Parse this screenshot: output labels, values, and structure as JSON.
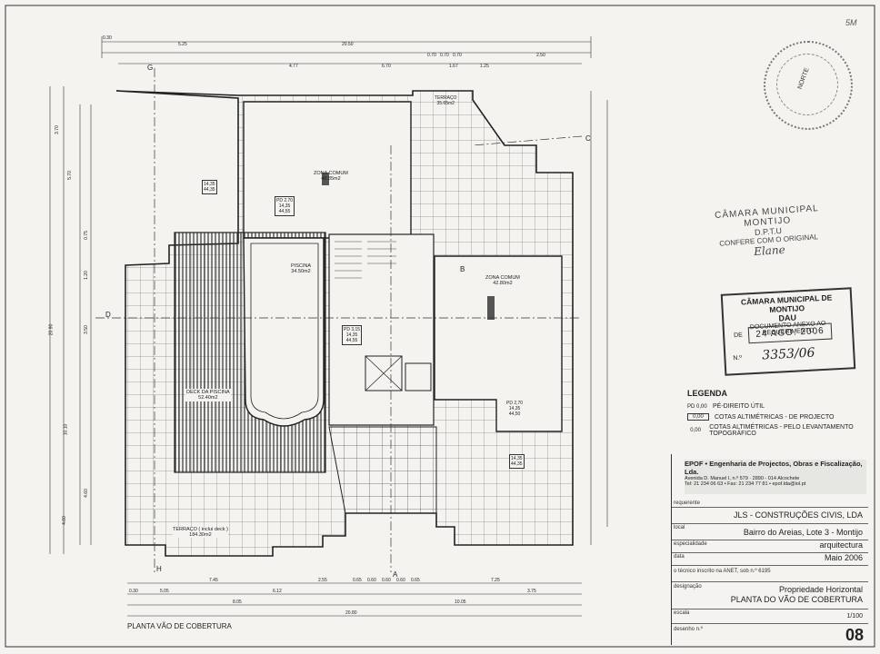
{
  "sheet": {
    "plan_title": "PLANTA VÃO DE COBERTURA",
    "corner_note": "5M",
    "drawing_number": "08"
  },
  "rooms": {
    "zona_comum_1": "ZONA COMUM",
    "zona_comum_1_area": "48.85m2",
    "zona_comum_2": "ZONA COMUM",
    "zona_comum_2_area": "42.80m2",
    "piscina": "PISCINA",
    "piscina_area": "34.50m2",
    "deck": "DECK DA PISCINA",
    "deck_area": "52.40m2",
    "terraco": "TERRAÇO ( inclui deck )",
    "terraco_area": "184.30m2",
    "terraco_top": "TERRAÇO",
    "terraco_top_area": "35.65m2"
  },
  "stamp_copy": {
    "line1": "CÂMARA MUNICIPAL MONTIJO",
    "line2": "D.P.T.U",
    "line3": "CONFERE COM O ORIGINAL",
    "line4": "Elane"
  },
  "stamp_dau": {
    "line1": "CÂMARA MUNICIPAL DE MONTIJO",
    "line2": "DAU",
    "line3": "DOCUMENTO ANEXO AO REQUERIMENTO",
    "de_label": "DE",
    "date": "24 AGO. 2006",
    "no_label": "N.º",
    "number": "3353/06"
  },
  "seal": {
    "label": "NORTE"
  },
  "legend": {
    "title": "LEGENDA",
    "items": [
      {
        "symbol": "PD 0,00",
        "text": "PÉ-DIREITO ÚTIL"
      },
      {
        "symbol": "0,00",
        "text": "COTAS ALTIMÉTRICAS - DE PROJECTO"
      },
      {
        "symbol": "0,00",
        "text": "COTAS ALTIMÉTRICAS - PELO LEVANTAMENTO TOPOGRÁFICO"
      }
    ]
  },
  "titleblock": {
    "firm_name": "EPOF • Engenharia de Projectos, Obras e Fiscalização, Lda.",
    "firm_address": "Avenida D. Manuel I, n.º 579 · 2890 - 014 Alcochete",
    "firm_contacts": "Tel: 21 234 06 63 • Fax: 21 234 77 81 • epof.lda@iol.pt",
    "requerente_label": "requerente",
    "requerente": "JLS - CONSTRUÇÕES CIVIS, LDA",
    "local_label": "local",
    "local": "Bairro do Areias, Lote 3 - Montijo",
    "especialidade_label": "especialidade",
    "especialidade": "arquitectura",
    "data_label": "data",
    "data": "Maio 2006",
    "tecnico": "o técnico inscrito na ANET, sob n.º 6195",
    "designacao_label": "designação",
    "designacao_1": "Propriedade Horizontal",
    "designacao_2": "PLANTA DO VÃO DE COBERTURA",
    "escala_label": "escala",
    "escala": "1/100",
    "desenho_label": "desenho n.º"
  },
  "dimensions_top": [
    "0.30",
    "5.25",
    "20.50",
    "0.70",
    "0.70",
    "0.70",
    "2.50",
    "4.77",
    "6.70",
    "1.67",
    "1.25"
  ],
  "dimensions_bottom": [
    "7.45",
    "2.55",
    "0.65",
    "0.60",
    "0.60",
    "0.60",
    "0.65",
    "7.25",
    "0.30",
    "5.05",
    "6.12",
    "3.75",
    "8.05",
    "10.05",
    "20.80"
  ],
  "dimensions_left": [
    "3.70",
    "5.70",
    "0.75",
    "1.20",
    "3.50",
    "4.60",
    "20.90",
    "10.10",
    "4.60"
  ],
  "section_marks": [
    "G",
    "H",
    "C",
    "D",
    "A",
    "B"
  ],
  "room_marks": [
    {
      "pd": "PD 2,70",
      "a": "14,35",
      "b": "44,55"
    },
    {
      "pd": "PD 3,15",
      "a": "14,35",
      "b": "44,55"
    },
    {
      "pd": "PD 2,70",
      "a": "14,35",
      "b": "44,50"
    },
    {
      "a": "14,35",
      "b": "44,35"
    },
    {
      "a": "14,35",
      "b": "44,35"
    }
  ]
}
